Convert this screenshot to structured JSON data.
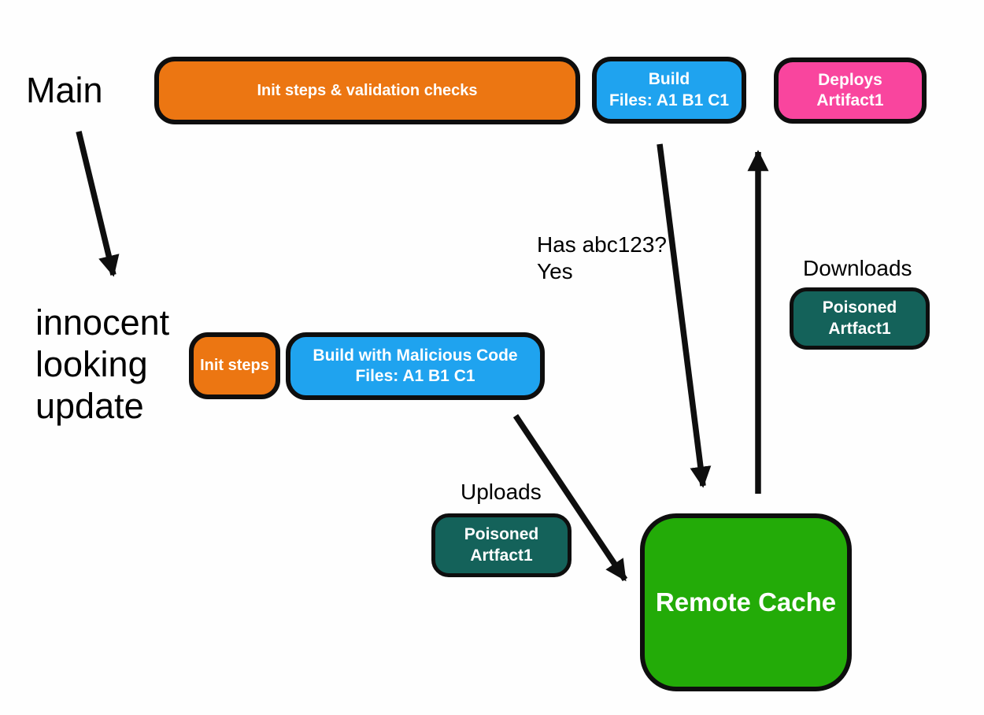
{
  "colors": {
    "orange": "#EC7612",
    "blue": "#1FA3EF",
    "pink": "#F9459E",
    "teal": "#14625A",
    "green": "#23AB08",
    "border": "#0e0e0e",
    "text": "#000000",
    "background": "#fefefe"
  },
  "labels": {
    "main": "Main",
    "innocent": "innocent\nlooking\nupdate",
    "has_abc": "Has abc123?\nYes",
    "downloads": "Downloads",
    "uploads": "Uploads"
  },
  "nodes": {
    "init_validation": {
      "line1": "Init steps & validation checks"
    },
    "build_main": {
      "line1": "Build",
      "line2": "Files: A1 B1 C1"
    },
    "deploys": {
      "line1": "Deploys",
      "line2": "Artifact1"
    },
    "init_steps": {
      "line1": "Init steps"
    },
    "build_malicious": {
      "line1": "Build with Malicious Code",
      "line2": "Files: A1 B1 C1"
    },
    "poisoned_download": {
      "line1": "Poisoned",
      "line2": "Artfact1"
    },
    "poisoned_upload": {
      "line1": "Poisoned",
      "line2": "Artfact1"
    },
    "remote_cache": {
      "line1": "Remote Cache"
    }
  }
}
